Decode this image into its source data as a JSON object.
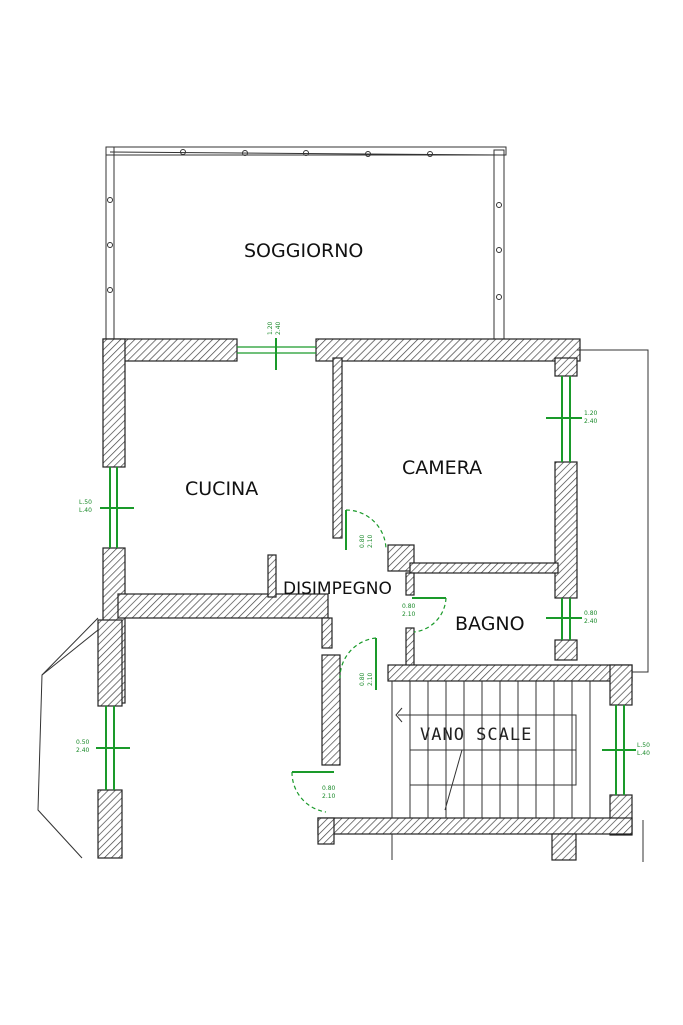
{
  "rooms": {
    "soggiorno": "SOGGIORNO",
    "cucina": "CUCINA",
    "camera": "CAMERA",
    "disimpegno": "DISIMPEGNO",
    "bagno": "BAGNO",
    "vano_scale": "VANO SCALE"
  },
  "dimensions": {
    "soggiorno_window": [
      "1.20",
      "2.40"
    ],
    "cucina_window": [
      "L.50",
      "L.40"
    ],
    "camera_window": [
      "1.20",
      "2.40"
    ],
    "lower_left_window": [
      "0.50",
      "2.40"
    ],
    "bagno_window": [
      "0.80",
      "2.40"
    ],
    "stair_window": [
      "L.50",
      "L.40"
    ],
    "door_camera": [
      "0.80",
      "2.10"
    ],
    "door_bagno": [
      "0.80",
      "2.10"
    ],
    "door_lower": [
      "0.80",
      "2.10"
    ],
    "door_entry": [
      "0.80",
      "2.10"
    ]
  },
  "colors": {
    "wall_stroke": "#222222",
    "opening": "#1a9a2a"
  }
}
